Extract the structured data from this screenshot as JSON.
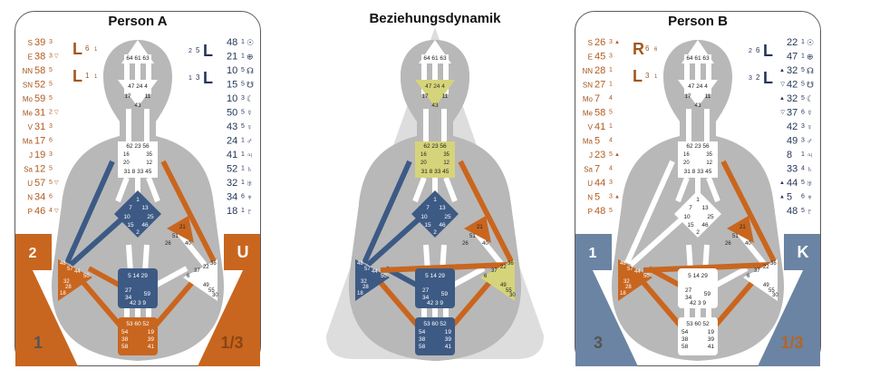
{
  "titles": {
    "a": "Person A",
    "mid": "Beziehungsdynamik",
    "b": "Person B"
  },
  "colors": {
    "orange": "#c8661f",
    "blue": "#3d5a84",
    "yellow": "#d6d47a",
    "grey_body": "#b8b8b8",
    "dark_text": "#24355a"
  },
  "person_a": {
    "design_col": [
      {
        "p": "S",
        "g": "39",
        "l": "3",
        "m": ""
      },
      {
        "p": "E",
        "g": "38",
        "l": "3",
        "m": "▽"
      },
      {
        "p": "NN",
        "g": "58",
        "l": "5",
        "m": ""
      },
      {
        "p": "SN",
        "g": "52",
        "l": "5",
        "m": ""
      },
      {
        "p": "Mo",
        "g": "59",
        "l": "5",
        "m": ""
      },
      {
        "p": "Me",
        "g": "31",
        "l": "2",
        "m": "▽"
      },
      {
        "p": "V",
        "g": "31",
        "l": "3",
        "m": ""
      },
      {
        "p": "Ma",
        "g": "17",
        "l": "6",
        "m": ""
      },
      {
        "p": "J",
        "g": "19",
        "l": "3",
        "m": ""
      },
      {
        "p": "Sa",
        "g": "12",
        "l": "5",
        "m": ""
      },
      {
        "p": "U",
        "g": "57",
        "l": "5",
        "m": "▽"
      },
      {
        "p": "N",
        "g": "34",
        "l": "6",
        "m": ""
      },
      {
        "p": "P",
        "g": "46",
        "l": "4",
        "m": "▽"
      }
    ],
    "personality_col": [
      {
        "g": "48",
        "l": "1",
        "s": "☉"
      },
      {
        "g": "21",
        "l": "1",
        "s": "⊕"
      },
      {
        "g": "10",
        "l": "5",
        "s": "☊"
      },
      {
        "g": "15",
        "l": "5",
        "s": "☋"
      },
      {
        "g": "10",
        "l": "3",
        "s": "☾"
      },
      {
        "g": "50",
        "l": "5",
        "s": "☿"
      },
      {
        "g": "43",
        "l": "5",
        "s": "♀"
      },
      {
        "g": "24",
        "l": "1",
        "s": "♂"
      },
      {
        "g": "41",
        "l": "1",
        "s": "♃"
      },
      {
        "g": "52",
        "l": "1",
        "s": "♄"
      },
      {
        "g": "32",
        "l": "1",
        "s": "♅"
      },
      {
        "g": "34",
        "l": "6",
        "s": "♆"
      },
      {
        "g": "18",
        "l": "1",
        "s": "♇"
      }
    ],
    "variables": {
      "left_top": "L",
      "left_top_num": "6",
      "left_top_sup": "1",
      "left_bot": "L",
      "left_bot_num": "1",
      "left_bot_sup": "1",
      "right_top_pre": "2",
      "right_top": "5",
      "right_top_l": "L",
      "right_bot_pre": "1",
      "right_bot": "3",
      "right_bot_l": "L"
    },
    "corner": {
      "tl": "2",
      "tr": "U",
      "bl": "1",
      "br": "1/3"
    }
  },
  "person_b": {
    "design_col": [
      {
        "p": "S",
        "g": "26",
        "l": "3",
        "m": "▲"
      },
      {
        "p": "E",
        "g": "45",
        "l": "3",
        "m": ""
      },
      {
        "p": "NN",
        "g": "28",
        "l": "1",
        "m": ""
      },
      {
        "p": "SN",
        "g": "27",
        "l": "1",
        "m": ""
      },
      {
        "p": "Mo",
        "g": "7",
        "l": "4",
        "m": ""
      },
      {
        "p": "Me",
        "g": "58",
        "l": "5",
        "m": ""
      },
      {
        "p": "V",
        "g": "41",
        "l": "1",
        "m": ""
      },
      {
        "p": "Ma",
        "g": "5",
        "l": "4",
        "m": ""
      },
      {
        "p": "J",
        "g": "23",
        "l": "5",
        "m": "▲"
      },
      {
        "p": "Sa",
        "g": "7",
        "l": "4",
        "m": ""
      },
      {
        "p": "U",
        "g": "44",
        "l": "3",
        "m": ""
      },
      {
        "p": "N",
        "g": "5",
        "l": "3",
        "m": "▲"
      },
      {
        "p": "P",
        "g": "48",
        "l": "5",
        "m": ""
      }
    ],
    "personality_col": [
      {
        "g": "22",
        "l": "1",
        "s": "☉",
        "m": ""
      },
      {
        "g": "47",
        "l": "1",
        "s": "⊕",
        "m": ""
      },
      {
        "g": "32",
        "l": "5",
        "s": "☊",
        "m": "▲"
      },
      {
        "g": "42",
        "l": "5",
        "s": "☋",
        "m": "▽"
      },
      {
        "g": "32",
        "l": "5",
        "s": "☾",
        "m": "▲"
      },
      {
        "g": "37",
        "l": "6",
        "s": "☿",
        "m": "▽"
      },
      {
        "g": "42",
        "l": "3",
        "s": "♀",
        "m": ""
      },
      {
        "g": "49",
        "l": "3",
        "s": "♂",
        "m": ""
      },
      {
        "g": "8",
        "l": "1",
        "s": "♃",
        "m": ""
      },
      {
        "g": "33",
        "l": "4",
        "s": "♄",
        "m": ""
      },
      {
        "g": "44",
        "l": "5",
        "s": "♅",
        "m": "▲"
      },
      {
        "g": "5",
        "l": "6",
        "s": "♆",
        "m": "▲"
      },
      {
        "g": "48",
        "l": "5",
        "s": "♇",
        "m": ""
      }
    ],
    "variables": {
      "left_top": "R",
      "left_top_num": "6",
      "left_top_sup": "6",
      "left_bot": "L",
      "left_bot_num": "3",
      "left_bot_sup": "1",
      "right_top_pre": "2",
      "right_top": "6",
      "right_top_l": "L",
      "right_bot_pre": "3",
      "right_bot": "2",
      "right_bot_l": "L"
    },
    "corner": {
      "tl": "1",
      "tr": "K",
      "bl": "3",
      "br": "1/3"
    }
  },
  "gate_labels": {
    "head": "64 61 63",
    "ajna": "47 24 4",
    "ajna2_l": "17",
    "ajna2_r": "11",
    "ajna3": "43",
    "throat1": "62 23 56",
    "throat_l1": "16",
    "throat_r1": "35",
    "throat_l2": "20",
    "throat_r2": "12",
    "throat_bot": "31 8 33 45",
    "g_top_l": "1",
    "g_7": "7",
    "g_13": "13",
    "g_10": "10",
    "g_25": "25",
    "g_15": "15",
    "g_46": "46",
    "g_2": "2",
    "heart_21": "21",
    "heart_51": "51",
    "heart_26": "26",
    "heart_40": "40",
    "spleen": [
      "48",
      "57",
      "44",
      "50",
      "32",
      "28",
      "18"
    ],
    "sp_l": [
      "36",
      "22",
      "37",
      "6",
      "49",
      "55",
      "30"
    ],
    "sacral_top": "5 14 29",
    "sacral_27": "27",
    "sacral_34": "34",
    "sacral_59": "59",
    "sacral_bot": "42 3 9",
    "root_top": "53 60 52",
    "root_l": [
      "54",
      "38",
      "58"
    ],
    "root_r": [
      "19",
      "39",
      "41"
    ]
  }
}
